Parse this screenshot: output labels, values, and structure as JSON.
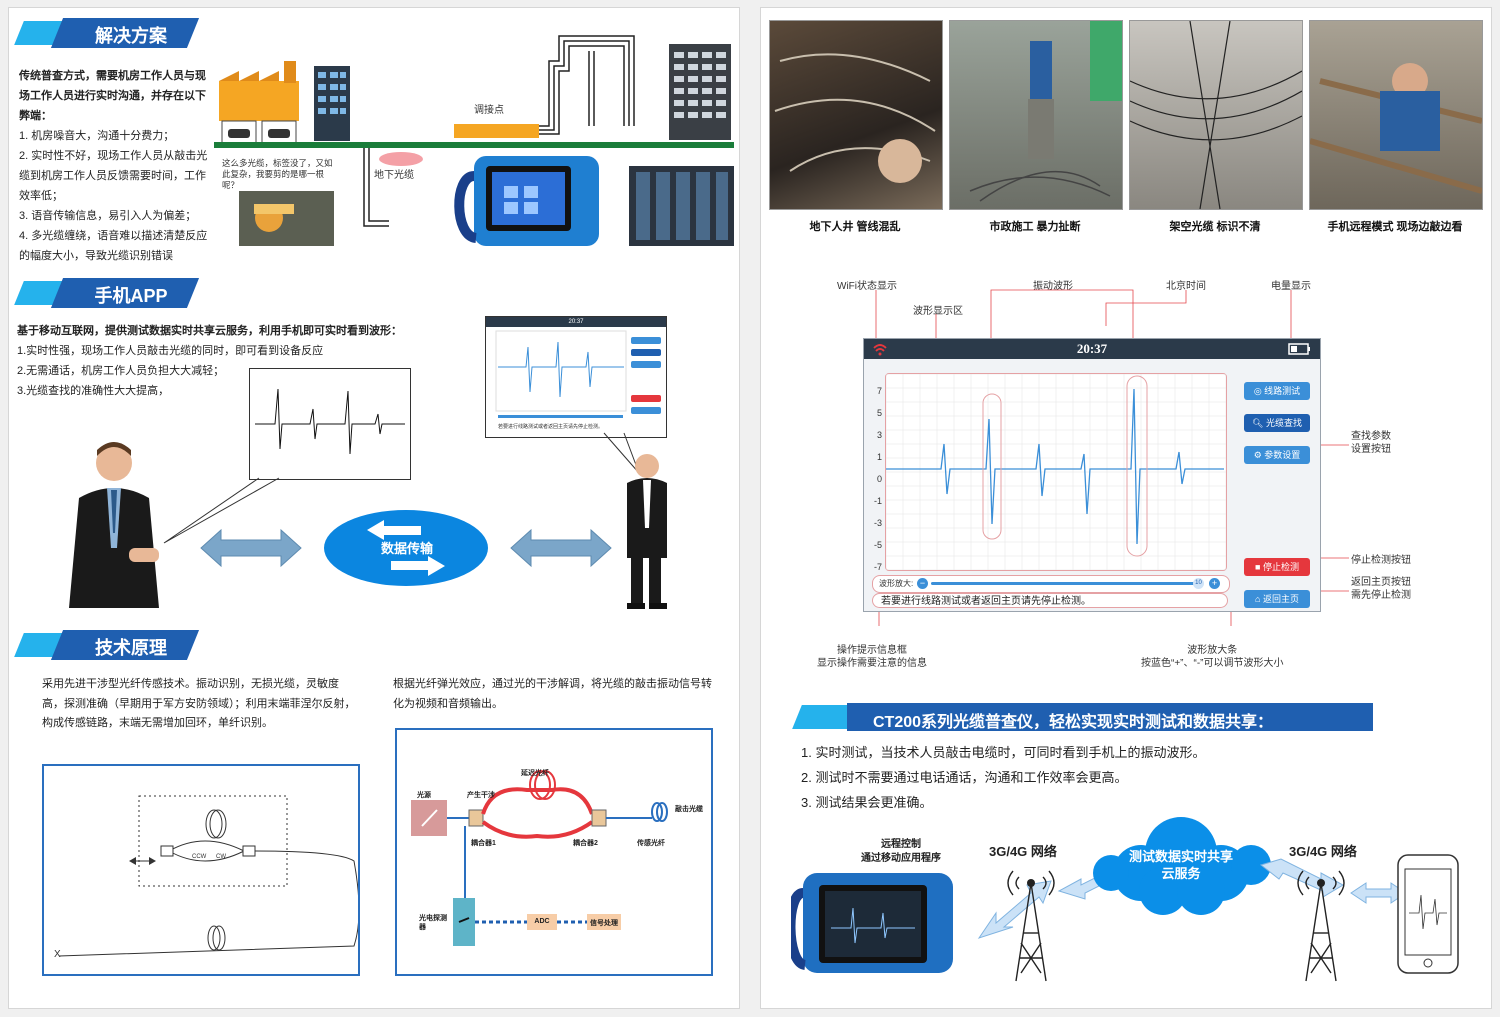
{
  "left": {
    "section1": {
      "title": "解决方案",
      "intro": "传统普查方式，需要机房工作人员与现场工作人员进行实时沟通，并存在以下弊端：",
      "items": [
        "1. 机房噪音大，沟通十分费力；",
        "2. 实时性不好，现场工作人员从敲击光缆到机房工作人员反馈需要时间，工作效率低；",
        "3. 语音传输信息，易引入人为偏差；",
        "4. 多光缆缠绕，语音难以描述清楚反应的幅度大小，导致光缆识别错误"
      ],
      "labels": {
        "junction": "调接点",
        "underground": "地下光缆",
        "bubble": "这么多光缆，标签没了，又如此复杂，我要剪的是哪一根呢？"
      }
    },
    "section2": {
      "title": "手机APP",
      "intro": "基于移动互联网，提供测试数据实时共享云服务，利用手机即可实时看到波形：",
      "items": [
        "1.实时性强，现场工作人员敲击光缆的同时，即可看到设备反应",
        "2.无需通话，机房工作人员负担大大减轻；",
        "3.光缆查找的准确性大大提高，"
      ],
      "center_label": "数据传输",
      "mini_time": "20:37",
      "mini_hint": "若要进行线路测试或者返回主页请先停止检测。"
    },
    "section3": {
      "title": "技术原理",
      "para_left": "采用先进干涉型光纤传感技术。振动识别，无损光缆，灵敏度高，探测准确（早期用于军方安防领域）；利用末端菲涅尔反射，构成传感链路，末端无需增加回环，单纤识别。",
      "para_right": "根据光纤弹光效应，通过光的干涉解调，将光缆的敲击振动信号转化为视频和音频输出。",
      "ccw": "CCW",
      "cw": "CW",
      "x_mark": "X",
      "diagram": {
        "light_source": "光源",
        "interference": "产生干涉",
        "delay_fiber": "延迟光纤",
        "tap_cable": "敲击光缆",
        "coupler1": "耦合器1",
        "coupler2": "耦合器2",
        "sensing_fiber": "传感光纤",
        "photodetector": "光电探测器",
        "adc": "ADC",
        "signal": "信号处理"
      }
    }
  },
  "right": {
    "photos": [
      {
        "caption": "地下人井  管线混乱"
      },
      {
        "caption": "市政施工  暴力扯断"
      },
      {
        "caption": "架空光缆  标识不清"
      },
      {
        "caption": "手机远程模式  现场边敲边看"
      }
    ],
    "ui": {
      "time": "20:37",
      "y_ticks": [
        "7",
        "5",
        "3",
        "1",
        "0",
        "-1",
        "-3",
        "-5",
        "-7"
      ],
      "buttons": [
        {
          "label": "线路测试",
          "color": "#3b8fd8"
        },
        {
          "label": "光缆查找",
          "color": "#1f5fb0"
        },
        {
          "label": "参数设置",
          "color": "#3b8fd8"
        },
        {
          "label": "停止检测",
          "color": "#e5373d"
        },
        {
          "label": "返回主页",
          "color": "#3b8fd8"
        }
      ],
      "zoom_label": "波形放大:",
      "zoom_value": "10",
      "hint": "若要进行线路测试或者返回主页请先停止检测。",
      "callouts": {
        "wifi": "WiFi状态显示",
        "wave_area": "波形显示区",
        "vibration": "振动波形",
        "beijing": "北京时间",
        "battery": "电量显示",
        "search_params_1": "查找参数",
        "search_params_2": "设置按钮",
        "stop_btn": "停止检测按钮",
        "home_btn_1": "返回主页按钮",
        "home_btn_2": "需先停止检测",
        "hint_box_1": "操作提示信息框",
        "hint_box_2": "显示操作需要注意的信息",
        "zoom_bar_1": "波形放大条",
        "zoom_bar_2": "按蓝色“+”、“-”可以调节波形大小"
      }
    },
    "ct200": {
      "title": "CT200系列光缆普查仪，轻松实现实时测试和数据共享：",
      "items": [
        "1. 实时测试，当技术人员敲击电缆时，可同时看到手机上的振动波形。",
        "2. 测试时不需要通过电话通话，沟通和工作效率会更高。",
        "3. 测试结果会更准确。"
      ],
      "remote_1": "远程控制",
      "remote_2": "通过移动应用程序",
      "net_left": "3G/4G 网络",
      "net_right": "3G/4G 网络",
      "cloud_1": "测试数据实时共享",
      "cloud_2": "云服务"
    }
  },
  "colors": {
    "dark_blue": "#1f5fb0",
    "light_blue": "#25b2ec",
    "red": "#e5373d",
    "orange": "#f5a623"
  }
}
